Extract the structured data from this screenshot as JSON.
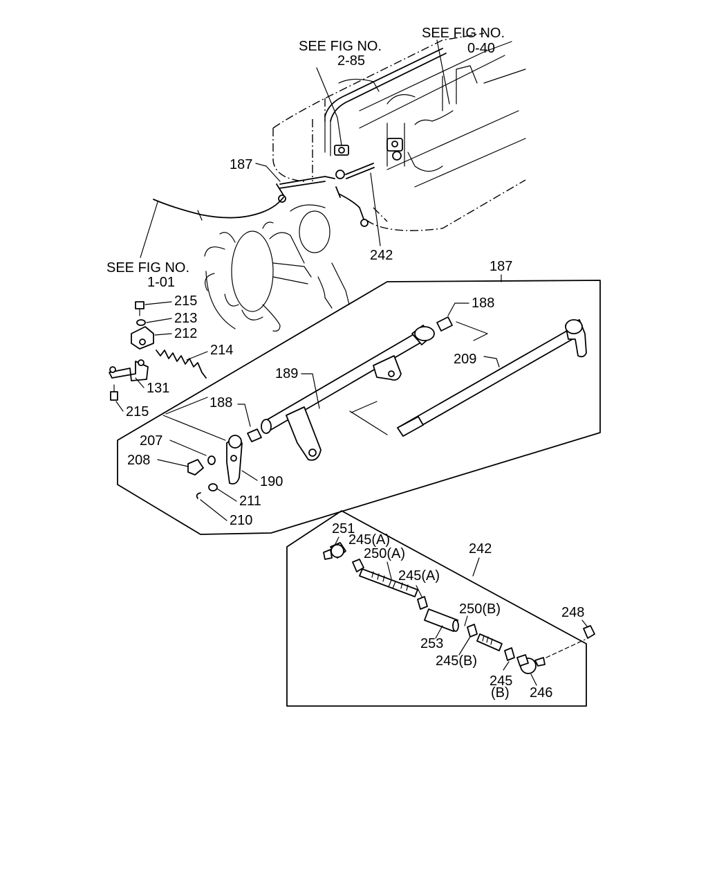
{
  "refs": {
    "fig_2_85": [
      "SEE FIG NO.",
      "2-85"
    ],
    "fig_0_40": [
      "SEE FIG NO.",
      "0-40"
    ],
    "fig_1_01": [
      "SEE FIG NO.",
      "1-01"
    ]
  },
  "labels": {
    "p187_top": "187",
    "p242_top": "242",
    "p187_box": "187",
    "p188_a": "188",
    "p188_b": "188",
    "p189": "189",
    "p209": "209",
    "p215_a": "215",
    "p213": "213",
    "p212": "212",
    "p214": "214",
    "p131": "131",
    "p215_b": "215",
    "p207": "207",
    "p208": "208",
    "p190": "190",
    "p211": "211",
    "p210": "210",
    "p242_box": "242",
    "p251": "251",
    "p245_a1": "245(A)",
    "p250_a": "250(A)",
    "p245_a2": "245(A)",
    "p250_b": "250(B)",
    "p253": "253",
    "p245_b1": "245(B)",
    "p245_b2_num": "245",
    "p245_b2_sub": "(B)",
    "p246": "246",
    "p248": "248"
  }
}
